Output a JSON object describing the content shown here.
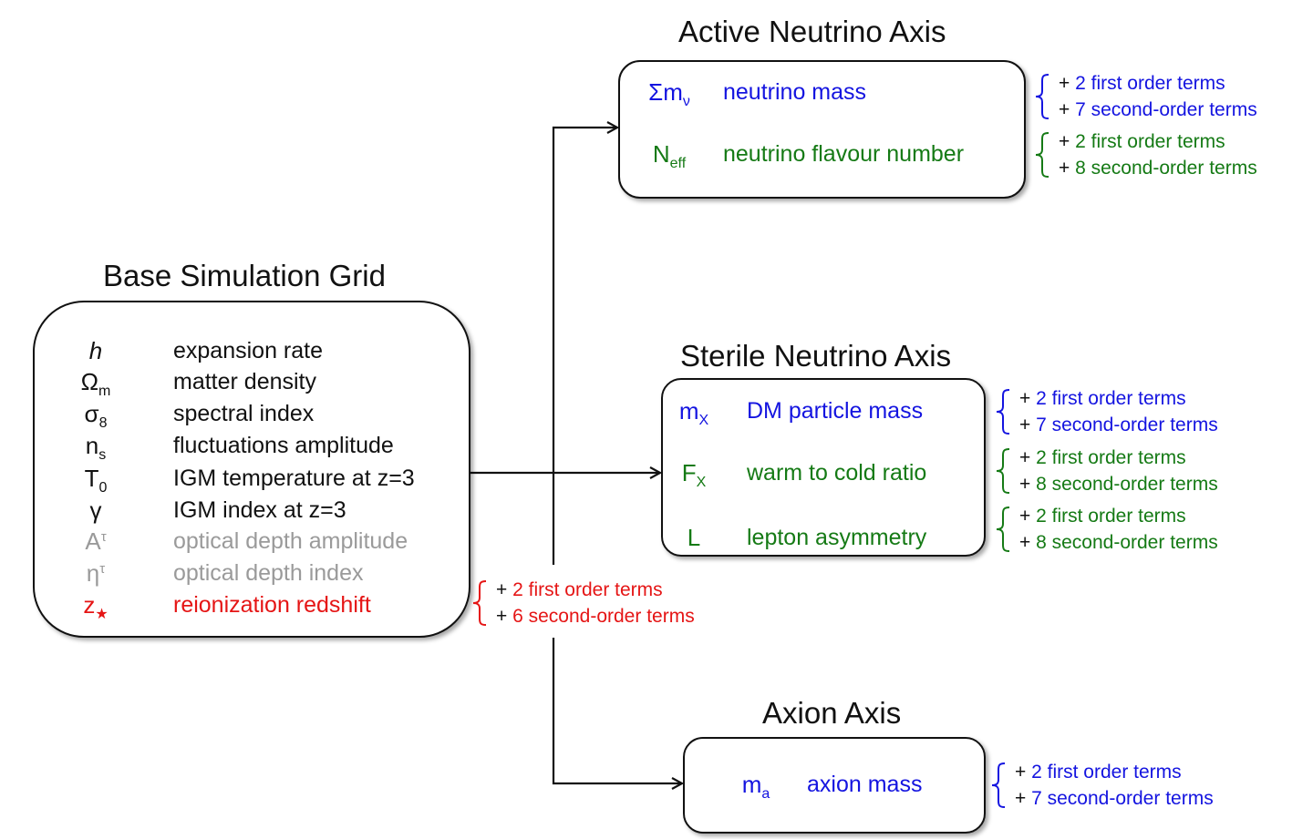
{
  "base": {
    "title": "Base Simulation Grid",
    "params": [
      {
        "sym": "h",
        "sub": "",
        "sup": "",
        "desc": "expansion rate",
        "color": "black",
        "italic": true
      },
      {
        "sym": "Ω",
        "sub": "m",
        "sup": "",
        "desc": "matter density",
        "color": "black"
      },
      {
        "sym": "σ",
        "sub": "8",
        "sup": "",
        "desc": "spectral index",
        "color": "black"
      },
      {
        "sym": "n",
        "sub": "s",
        "sup": "",
        "desc": "fluctuations amplitude",
        "color": "black"
      },
      {
        "sym": "T",
        "sub": "0",
        "sup": "",
        "desc": "IGM temperature at z=3",
        "color": "black"
      },
      {
        "sym": "γ",
        "sub": "",
        "sup": "",
        "desc": "IGM index at z=3",
        "color": "black"
      },
      {
        "sym": "A",
        "sub": "",
        "sup": "τ",
        "desc": "optical depth amplitude",
        "color": "gray"
      },
      {
        "sym": "η",
        "sub": "",
        "sup": "τ",
        "desc": "optical depth index",
        "color": "gray"
      },
      {
        "sym": "z",
        "sub": "★",
        "sup": "",
        "desc": "reionization redshift",
        "color": "red"
      }
    ],
    "terms": {
      "first": "2 first order terms",
      "second": "6 second-order terms",
      "color": "red"
    }
  },
  "active": {
    "title": "Active Neutrino Axis",
    "params": [
      {
        "sym": "Σm",
        "sub": "ν",
        "desc": "neutrino mass",
        "color": "blue",
        "first": "2 first order terms",
        "second": "7 second-order terms"
      },
      {
        "sym": "N",
        "sub": "eff",
        "desc": "neutrino flavour number",
        "color": "green",
        "first": "2 first order terms",
        "second": "8 second-order terms"
      }
    ]
  },
  "sterile": {
    "title": "Sterile Neutrino Axis",
    "params": [
      {
        "sym": "m",
        "sub": "X",
        "desc": "DM particle mass",
        "color": "blue",
        "first": "2 first order terms",
        "second": "7 second-order terms"
      },
      {
        "sym": "F",
        "sub": "X",
        "desc": "warm to cold ratio",
        "color": "green",
        "first": "2 first order terms",
        "second": "8 second-order terms"
      },
      {
        "sym": "L",
        "sub": "",
        "desc": "lepton asymmetry",
        "color": "green",
        "first": "2 first order terms",
        "second": "8 second-order terms"
      }
    ]
  },
  "axion": {
    "title": "Axion Axis",
    "params": [
      {
        "sym": "m",
        "sub": "a",
        "desc": "axion mass",
        "color": "blue",
        "first": "2 first order terms",
        "second": "7 second-order terms"
      }
    ]
  },
  "plus": "+",
  "colors": {
    "blue": "#1414e0",
    "green": "#157a15",
    "red": "#e51515",
    "gray": "#9a9a9a",
    "black": "#111111"
  }
}
